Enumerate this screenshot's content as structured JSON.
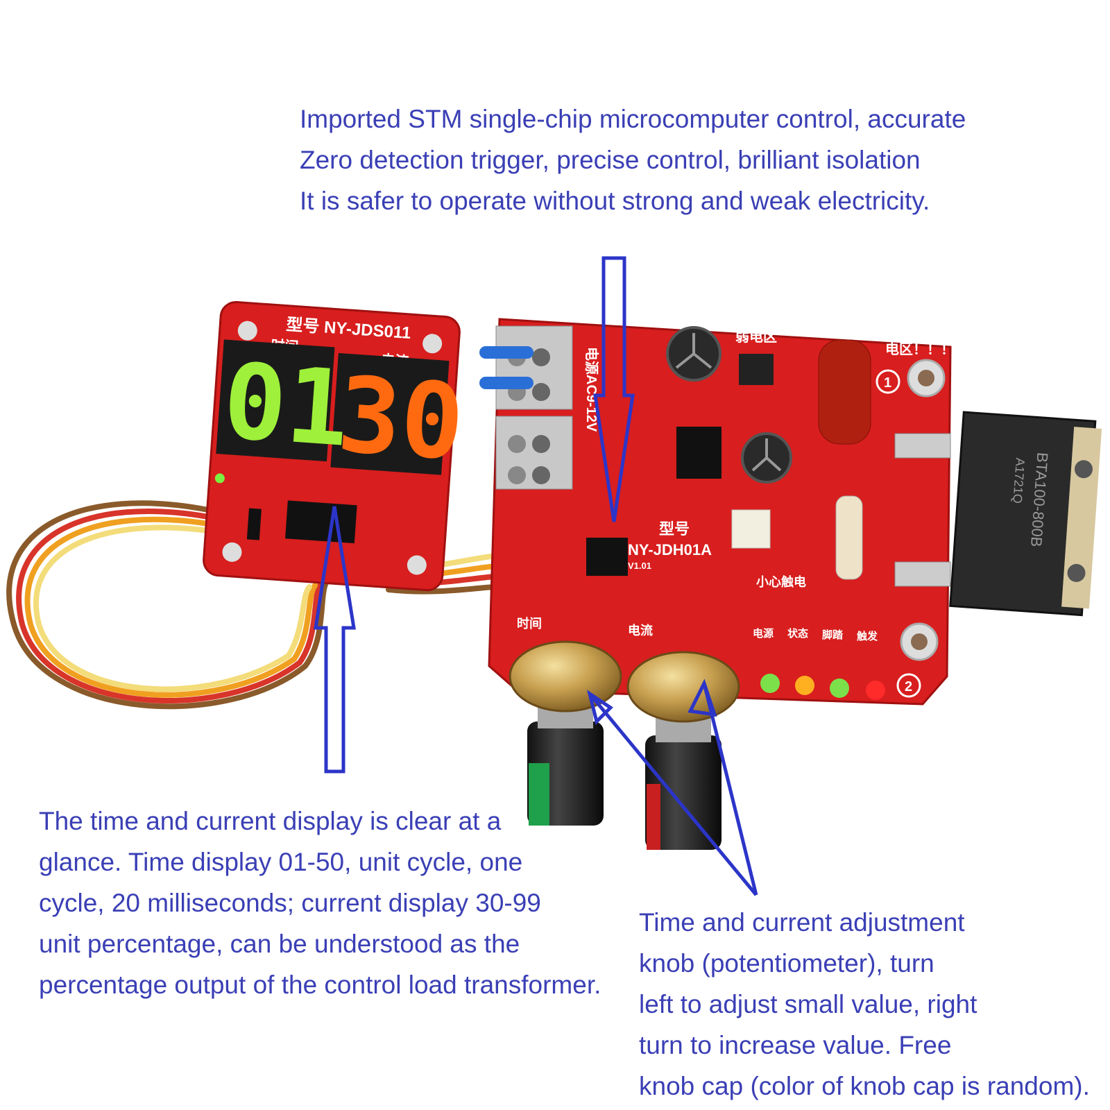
{
  "captions": {
    "top": [
      "Imported STM single-chip microcomputer control, accurate",
      "Zero detection trigger, precise control, brilliant isolation",
      "It is safer to operate without strong and weak electricity."
    ],
    "left": [
      "The time and current display is clear at a",
      "glance. Time display 01-50, unit cycle, one",
      "cycle, 20 milliseconds; current display 30-99",
      "unit percentage, can be understood as the",
      "percentage output of the control load transformer."
    ],
    "right": [
      "Time and current adjustment",
      "knob (potentiometer), turn",
      "left to adjust small value, right",
      "turn to increase value. Free",
      "knob cap (color of knob cap is random)."
    ]
  },
  "display_board": {
    "model_label": "型号 NY-JDS011",
    "time_label": "时间",
    "current_label": "电流",
    "time_value": "01",
    "current_value": "30",
    "time_color": "#9ef03a",
    "current_color": "#ff6a10"
  },
  "main_board": {
    "model_prefix": "型号",
    "model_label": "NY-JDH01A",
    "version": "V1.01",
    "weak_zone": "弱电区",
    "strong_zone": "电区！！！",
    "caution": "小心触电",
    "power_input": "电源AC9-12V",
    "time_label": "时间",
    "current_label": "电流",
    "led_labels": [
      "电源",
      "状态",
      "脚踏",
      "触发"
    ],
    "relay_text": "BTA100-800B",
    "relay_code": "A1721Q",
    "terminal_1": "1",
    "terminal_2": "2"
  },
  "colors": {
    "caption": "#3a3fb5",
    "pcb": "#d81e1e",
    "arrow": "#2c35c8"
  }
}
